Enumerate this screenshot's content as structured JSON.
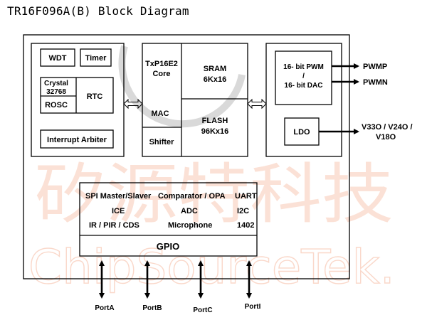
{
  "title": "TR16F096A(B) Block Diagram",
  "watermark": {
    "chinese": "矽源特科技",
    "english": "ChipSourceTek."
  },
  "left_block": {
    "wdt": "WDT",
    "timer": "Timer",
    "crystal_line1": "Crystal",
    "crystal_line2": "32768",
    "rosc": "ROSC",
    "rtc": "RTC",
    "interrupt_arbiter": "Interrupt Arbiter"
  },
  "center_block": {
    "core_line1": "TxP16E2",
    "core_line2": "Core",
    "sram_line1": "SRAM",
    "sram_line2": "6Kx16",
    "mac": "MAC",
    "flash_line1": "FLASH",
    "flash_line2": "96Kx16",
    "shifter": "Shifter"
  },
  "right_block": {
    "pwm_line1": "16- bit PWM",
    "pwm_line2": "/",
    "pwm_line3": "16- bit DAC",
    "ldo": "LDO"
  },
  "outputs": {
    "pwmp": "PWMP",
    "pwmn": "PWMN",
    "vout_line1": "V33O / V24O /",
    "vout_line2": "V18O"
  },
  "peripherals": {
    "row1_col1": "SPI Master/Slaver",
    "row1_col2": "Comparator / OPA",
    "row1_col3": "UART",
    "row2_col1": "ICE",
    "row2_col2": "ADC",
    "row2_col3": "I2C",
    "row3_col1": "IR / PIR / CDS",
    "row3_col2": "Microphone",
    "row3_col3": "1402"
  },
  "gpio": "GPIO",
  "ports": [
    "PortA",
    "PortB",
    "PortC",
    "PortI"
  ],
  "colors": {
    "watermark": "#f3a88a",
    "lines": "#000000"
  }
}
